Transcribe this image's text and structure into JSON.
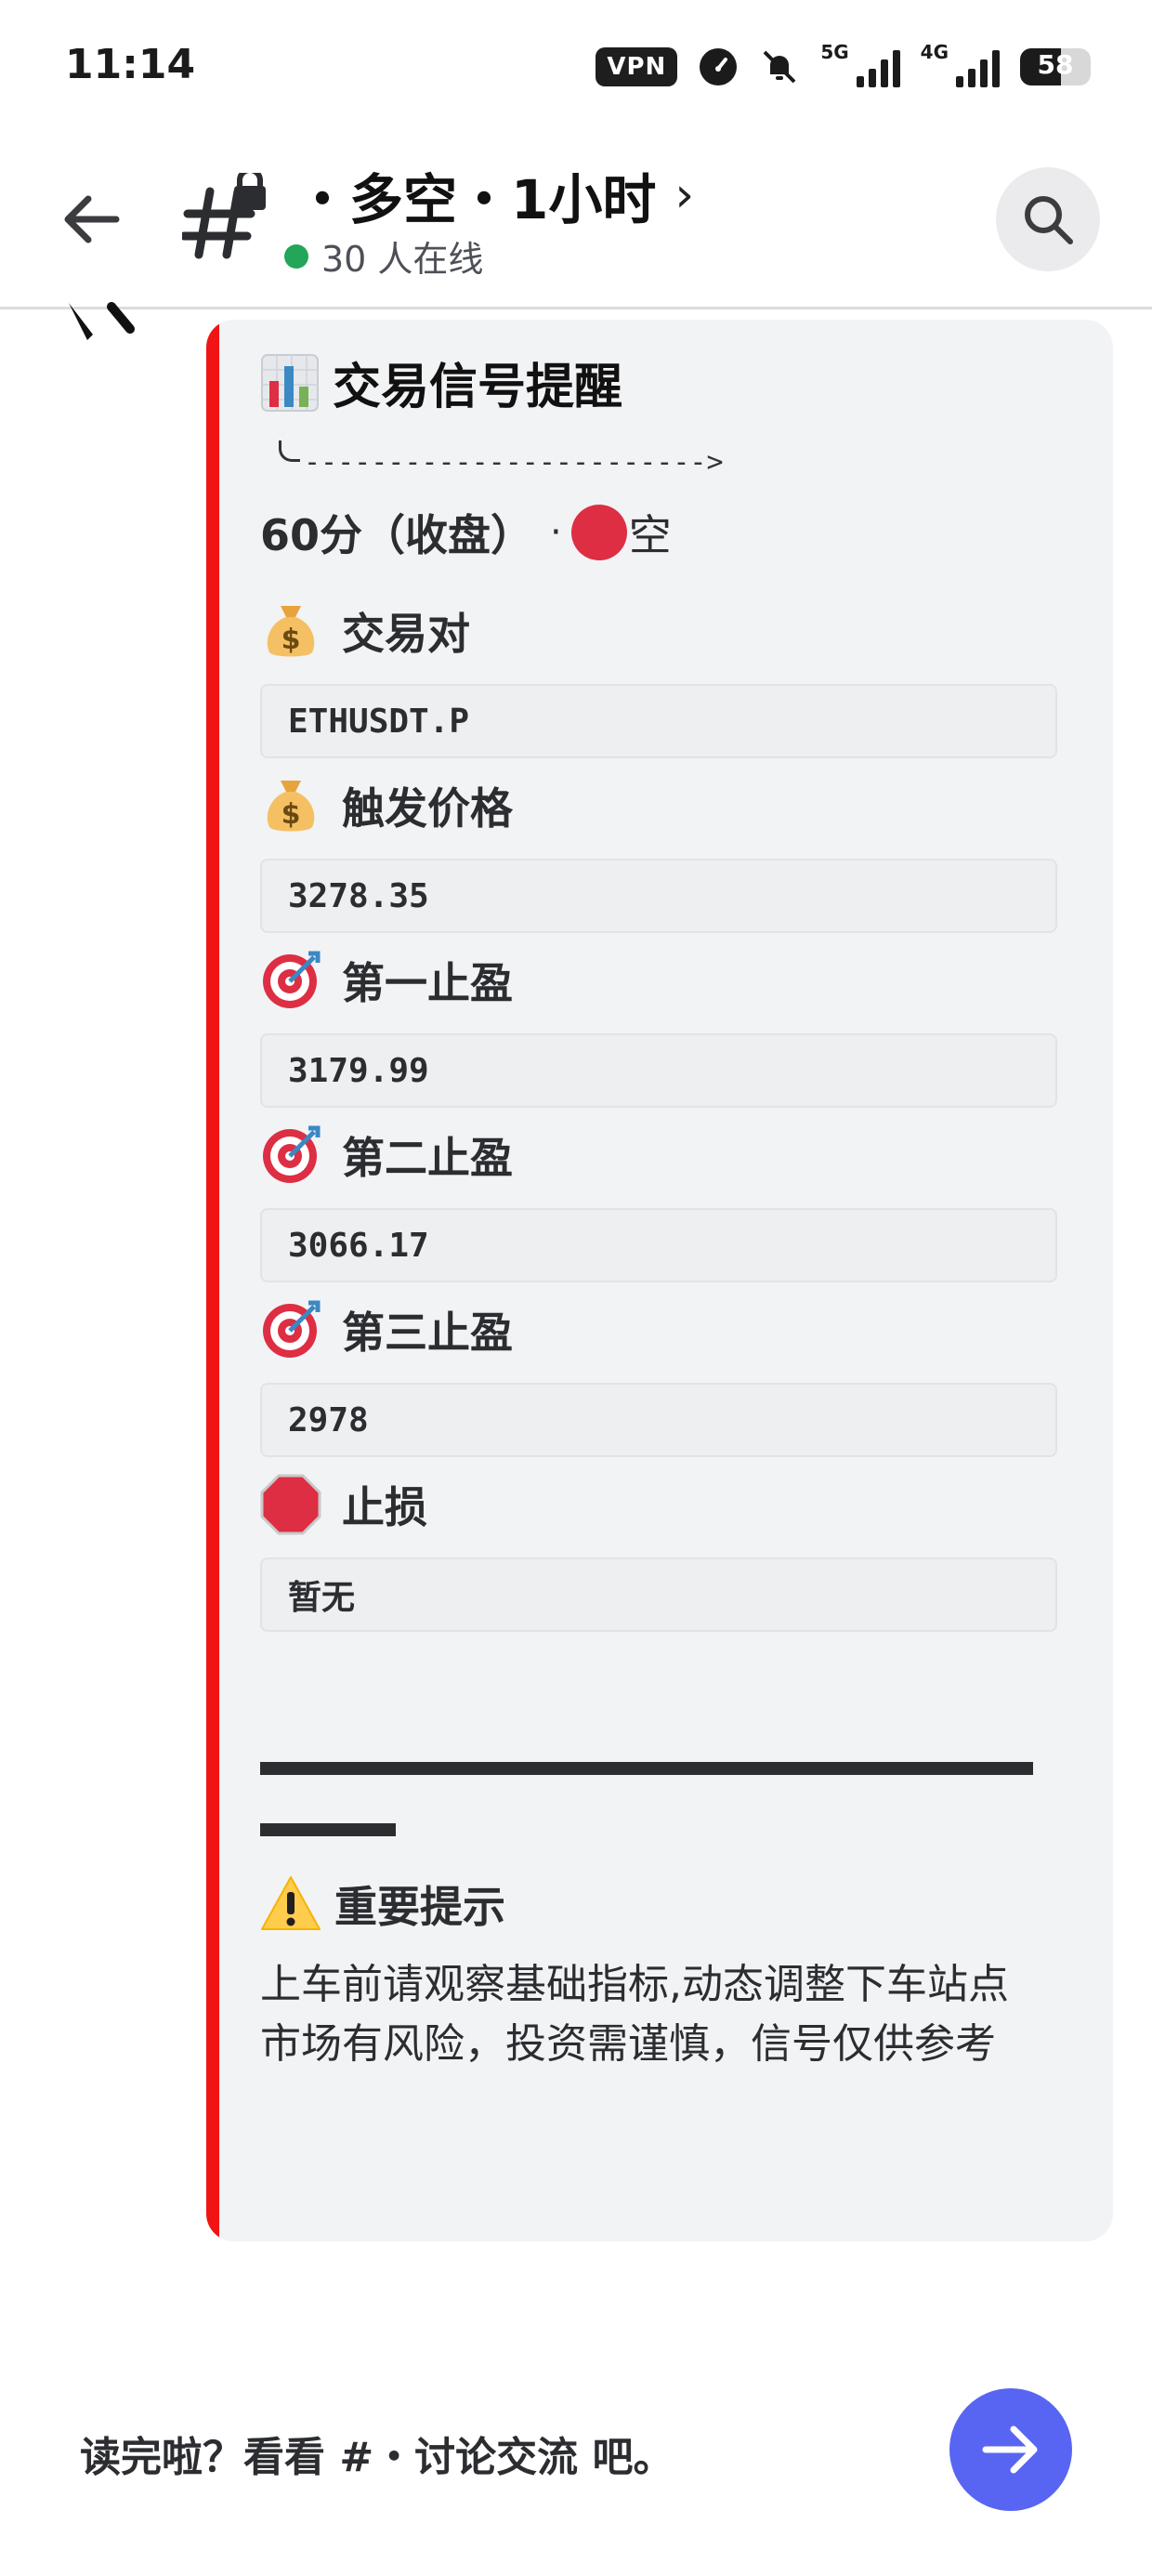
{
  "status_bar": {
    "time": "11:14",
    "vpn": "VPN",
    "net1": "5G",
    "net2": "4G",
    "battery": "58"
  },
  "header": {
    "channel_name": "・多空・1小时",
    "online": "30 人在线"
  },
  "embed": {
    "accent_color": "#f01414",
    "title": "交易信号提醒",
    "arrow": "------------------------>",
    "timeframe": "60分（收盘）",
    "separator": "·",
    "side": "空",
    "fields": [
      {
        "icon": "money-bag-icon",
        "label": "交易对",
        "value": "ETHUSDT.P"
      },
      {
        "icon": "money-bag-icon",
        "label": "触发价格",
        "value": "3278.35"
      },
      {
        "icon": "target-icon",
        "label": "第一止盈",
        "value": "3179.99"
      },
      {
        "icon": "target-icon",
        "label": "第二止盈",
        "value": "3066.17"
      },
      {
        "icon": "target-icon",
        "label": "第三止盈",
        "value": "2978"
      },
      {
        "icon": "stop-sign-icon",
        "label": "止损",
        "value": "暂无"
      }
    ],
    "notice": {
      "title": "重要提示",
      "line1": "上车前请观察基础指标,动态调整下车站点",
      "line2": "市场有风险，投资需谨慎，信号仅供参考"
    }
  },
  "footer": {
    "prompt": "读完啦？看看 #・讨论交流 吧。"
  },
  "colors": {
    "brand_button": "#5865f2",
    "online": "#23a55a",
    "short_signal": "#dd2e44"
  }
}
